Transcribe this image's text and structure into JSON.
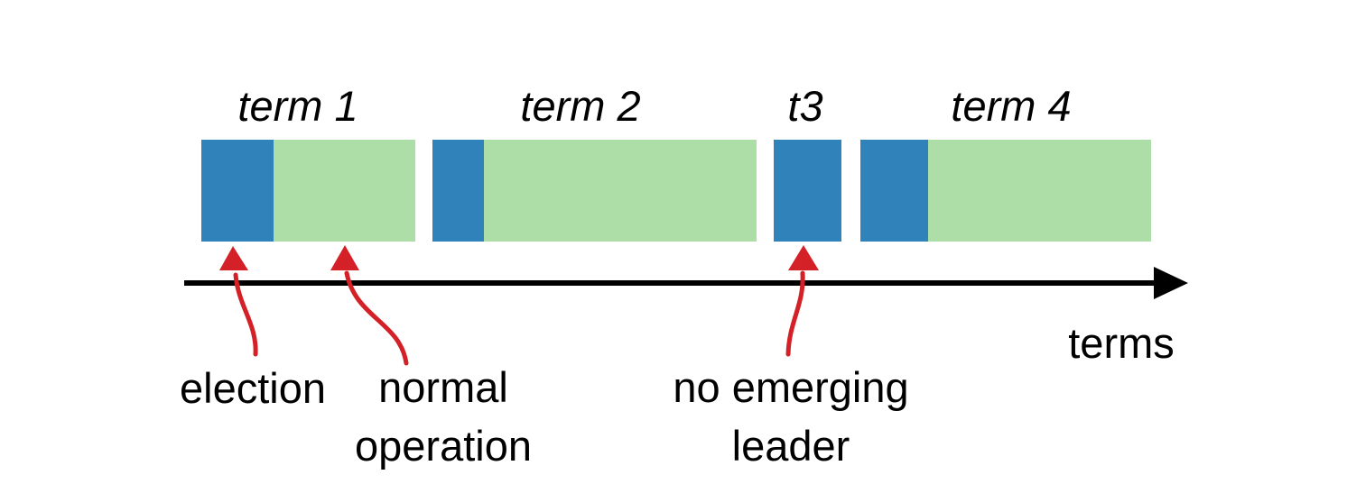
{
  "colors": {
    "election": "#3083ba",
    "normal_operation": "#addea7",
    "axis": "#000000",
    "callout": "#d42027"
  },
  "terms": [
    {
      "label": "term 1"
    },
    {
      "label": "term 2"
    },
    {
      "label": "t3"
    },
    {
      "label": "term 4"
    }
  ],
  "axis": {
    "label": "terms"
  },
  "annotations": {
    "election": {
      "lines": [
        "election"
      ]
    },
    "normal_operation": {
      "lines": [
        "normal",
        "operation"
      ]
    },
    "no_leader": {
      "lines": [
        "no emerging",
        "leader"
      ]
    }
  }
}
